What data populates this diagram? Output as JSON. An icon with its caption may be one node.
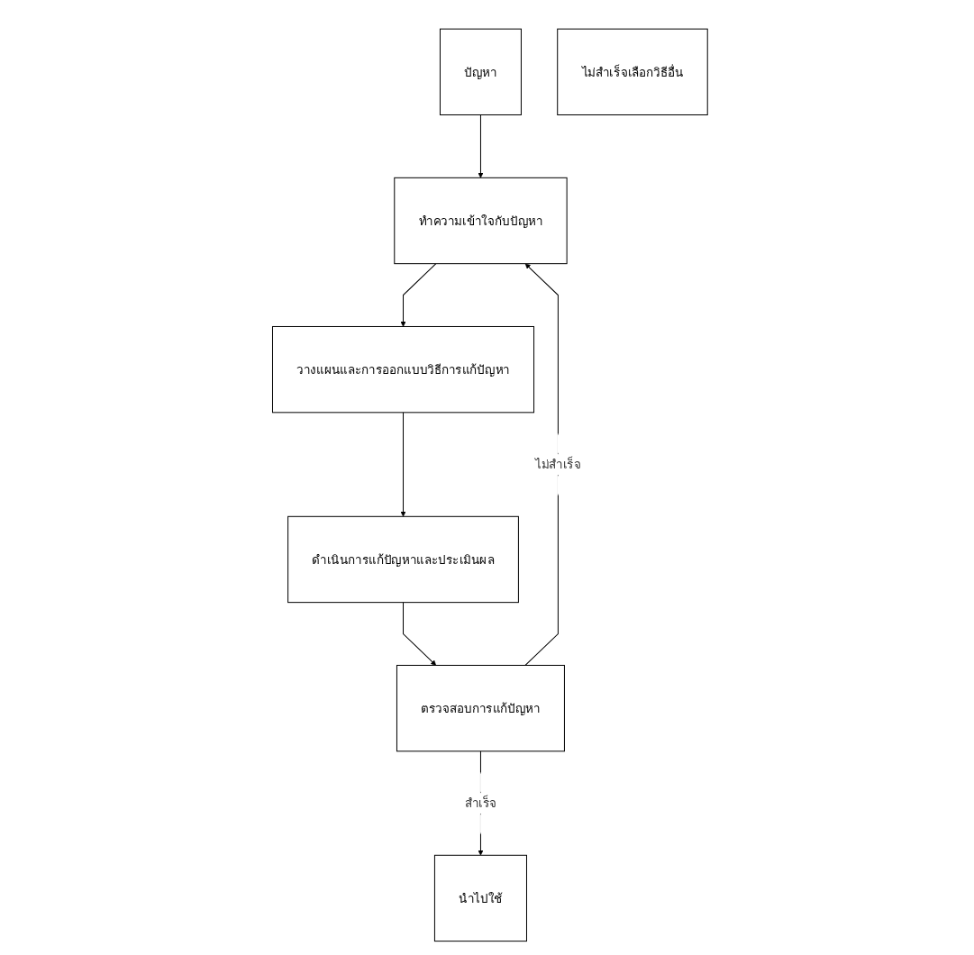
{
  "diagram": {
    "nodes": [
      {
        "text": [
          "ปัญหา"
        ]
      },
      {
        "text": [
          "ทำความเข้าใจกับปัญหา"
        ]
      },
      {
        "text": [
          "นำไปใช้"
        ]
      },
      {
        "text": [
          "ตรวจสอบการแก้ปัญหา"
        ]
      },
      {
        "text": [
          "ไม่สำเร็จเลือกวิธีอื่น"
        ]
      },
      {
        "text": [
          "วางแผนและการออกแบบวิธีการแก้ปัญหา"
        ]
      },
      {
        "text": [
          "ดำเนินการแก้ปัญหาและประเมินผล"
        ]
      }
    ],
    "edges": [
      {
        "from": 0,
        "to": 1,
        "arrow": "to"
      },
      {
        "from": 1,
        "to": 5,
        "arrow": "to"
      },
      {
        "from": 5,
        "to": 6,
        "arrow": "to"
      },
      {
        "from": 6,
        "to": 3,
        "arrow": "to"
      },
      {
        "from": 3,
        "to": 1,
        "label": "ไม่สำเร็จ",
        "arrow": "to"
      },
      {
        "from": 3,
        "to": 2,
        "label": "สำเร็จ",
        "arrow": "to"
      }
    ]
  }
}
